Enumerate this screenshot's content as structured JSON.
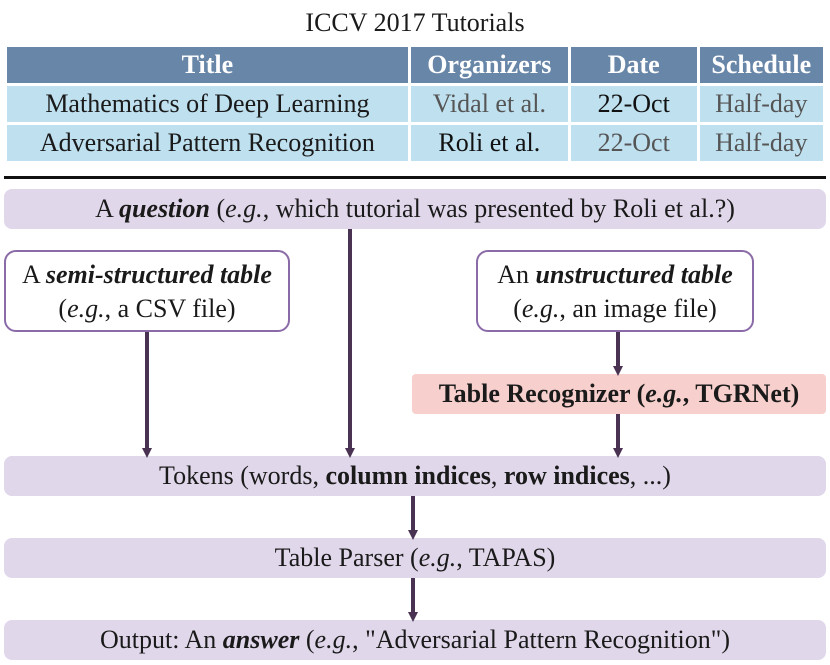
{
  "caption": "ICCV 2017 Tutorials",
  "table": {
    "headers": [
      "Title",
      "Organizers",
      "Date",
      "Schedule"
    ],
    "rows": [
      [
        "Mathematics of Deep Learning",
        "Vidal et al.",
        "22-Oct",
        "Half-day"
      ],
      [
        "Adversarial Pattern Recognition",
        "Roli et al.",
        "22-Oct",
        "Half-day"
      ]
    ]
  },
  "question": {
    "prefix": "A ",
    "keyword": "question",
    "open": " (",
    "eg": "e.g.",
    "rest": ", which tutorial was presented by Roli et al.?)"
  },
  "semi_box": {
    "prefix": "A ",
    "keyword": "semi-structured table",
    "open": "(",
    "eg": "e.g.",
    "rest": ", a CSV file)"
  },
  "unstructured_box": {
    "prefix": "An ",
    "keyword": "unstructured table",
    "open": "(",
    "eg": "e.g.",
    "rest": ", an image file)"
  },
  "recognizer": {
    "name": "Table Recognizer (",
    "eg": "e.g.",
    "rest": ", TGRNet)"
  },
  "tokens": {
    "prefix": "Tokens (words, ",
    "col": "column indices",
    "sep": ", ",
    "row": "row indices",
    "rest": ", ...)"
  },
  "parser": {
    "prefix": "Table Parser (",
    "eg": "e.g.",
    "rest": ", TAPAS)"
  },
  "output": {
    "prefix": "Output: An ",
    "keyword": "answer",
    "open": " (",
    "eg": "e.g.",
    "rest": ", \"Adversarial Pattern Recognition\")"
  },
  "colors": {
    "header_bg": "#6886a8",
    "cell_bg": "#bfe0ef",
    "bar_bg": "#e0d7ea",
    "box_border": "#8a6ba7",
    "recognizer_bg": "#f7cfcc",
    "arrow": "#4a3352"
  }
}
